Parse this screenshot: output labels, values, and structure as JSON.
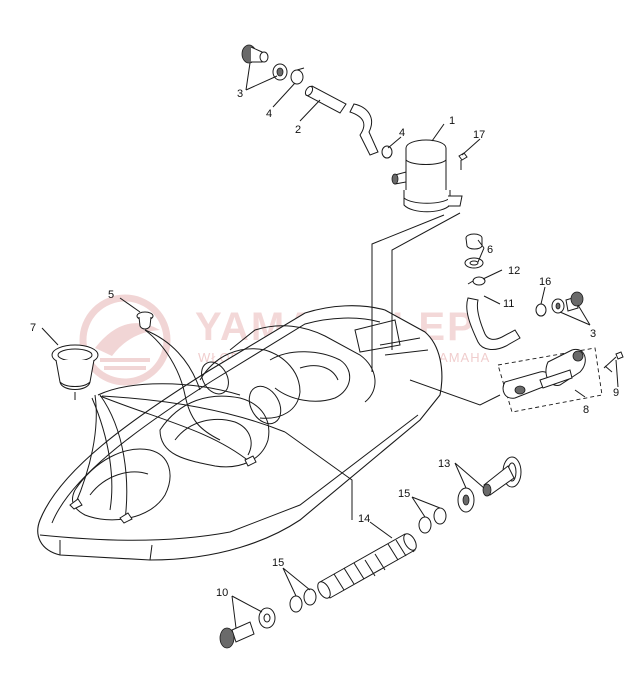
{
  "watermark": {
    "brand": "YAMA-SKLEP",
    "tagline": "WŁODZIMIERZ NOWICZ DEALER YAMAHA",
    "color": "#e9b8b8"
  },
  "callouts": [
    "1",
    "2",
    "3",
    "3",
    "4",
    "4",
    "5",
    "6",
    "7",
    "8",
    "9",
    "10",
    "11",
    "12",
    "13",
    "14",
    "15",
    "15",
    "16",
    "17"
  ]
}
